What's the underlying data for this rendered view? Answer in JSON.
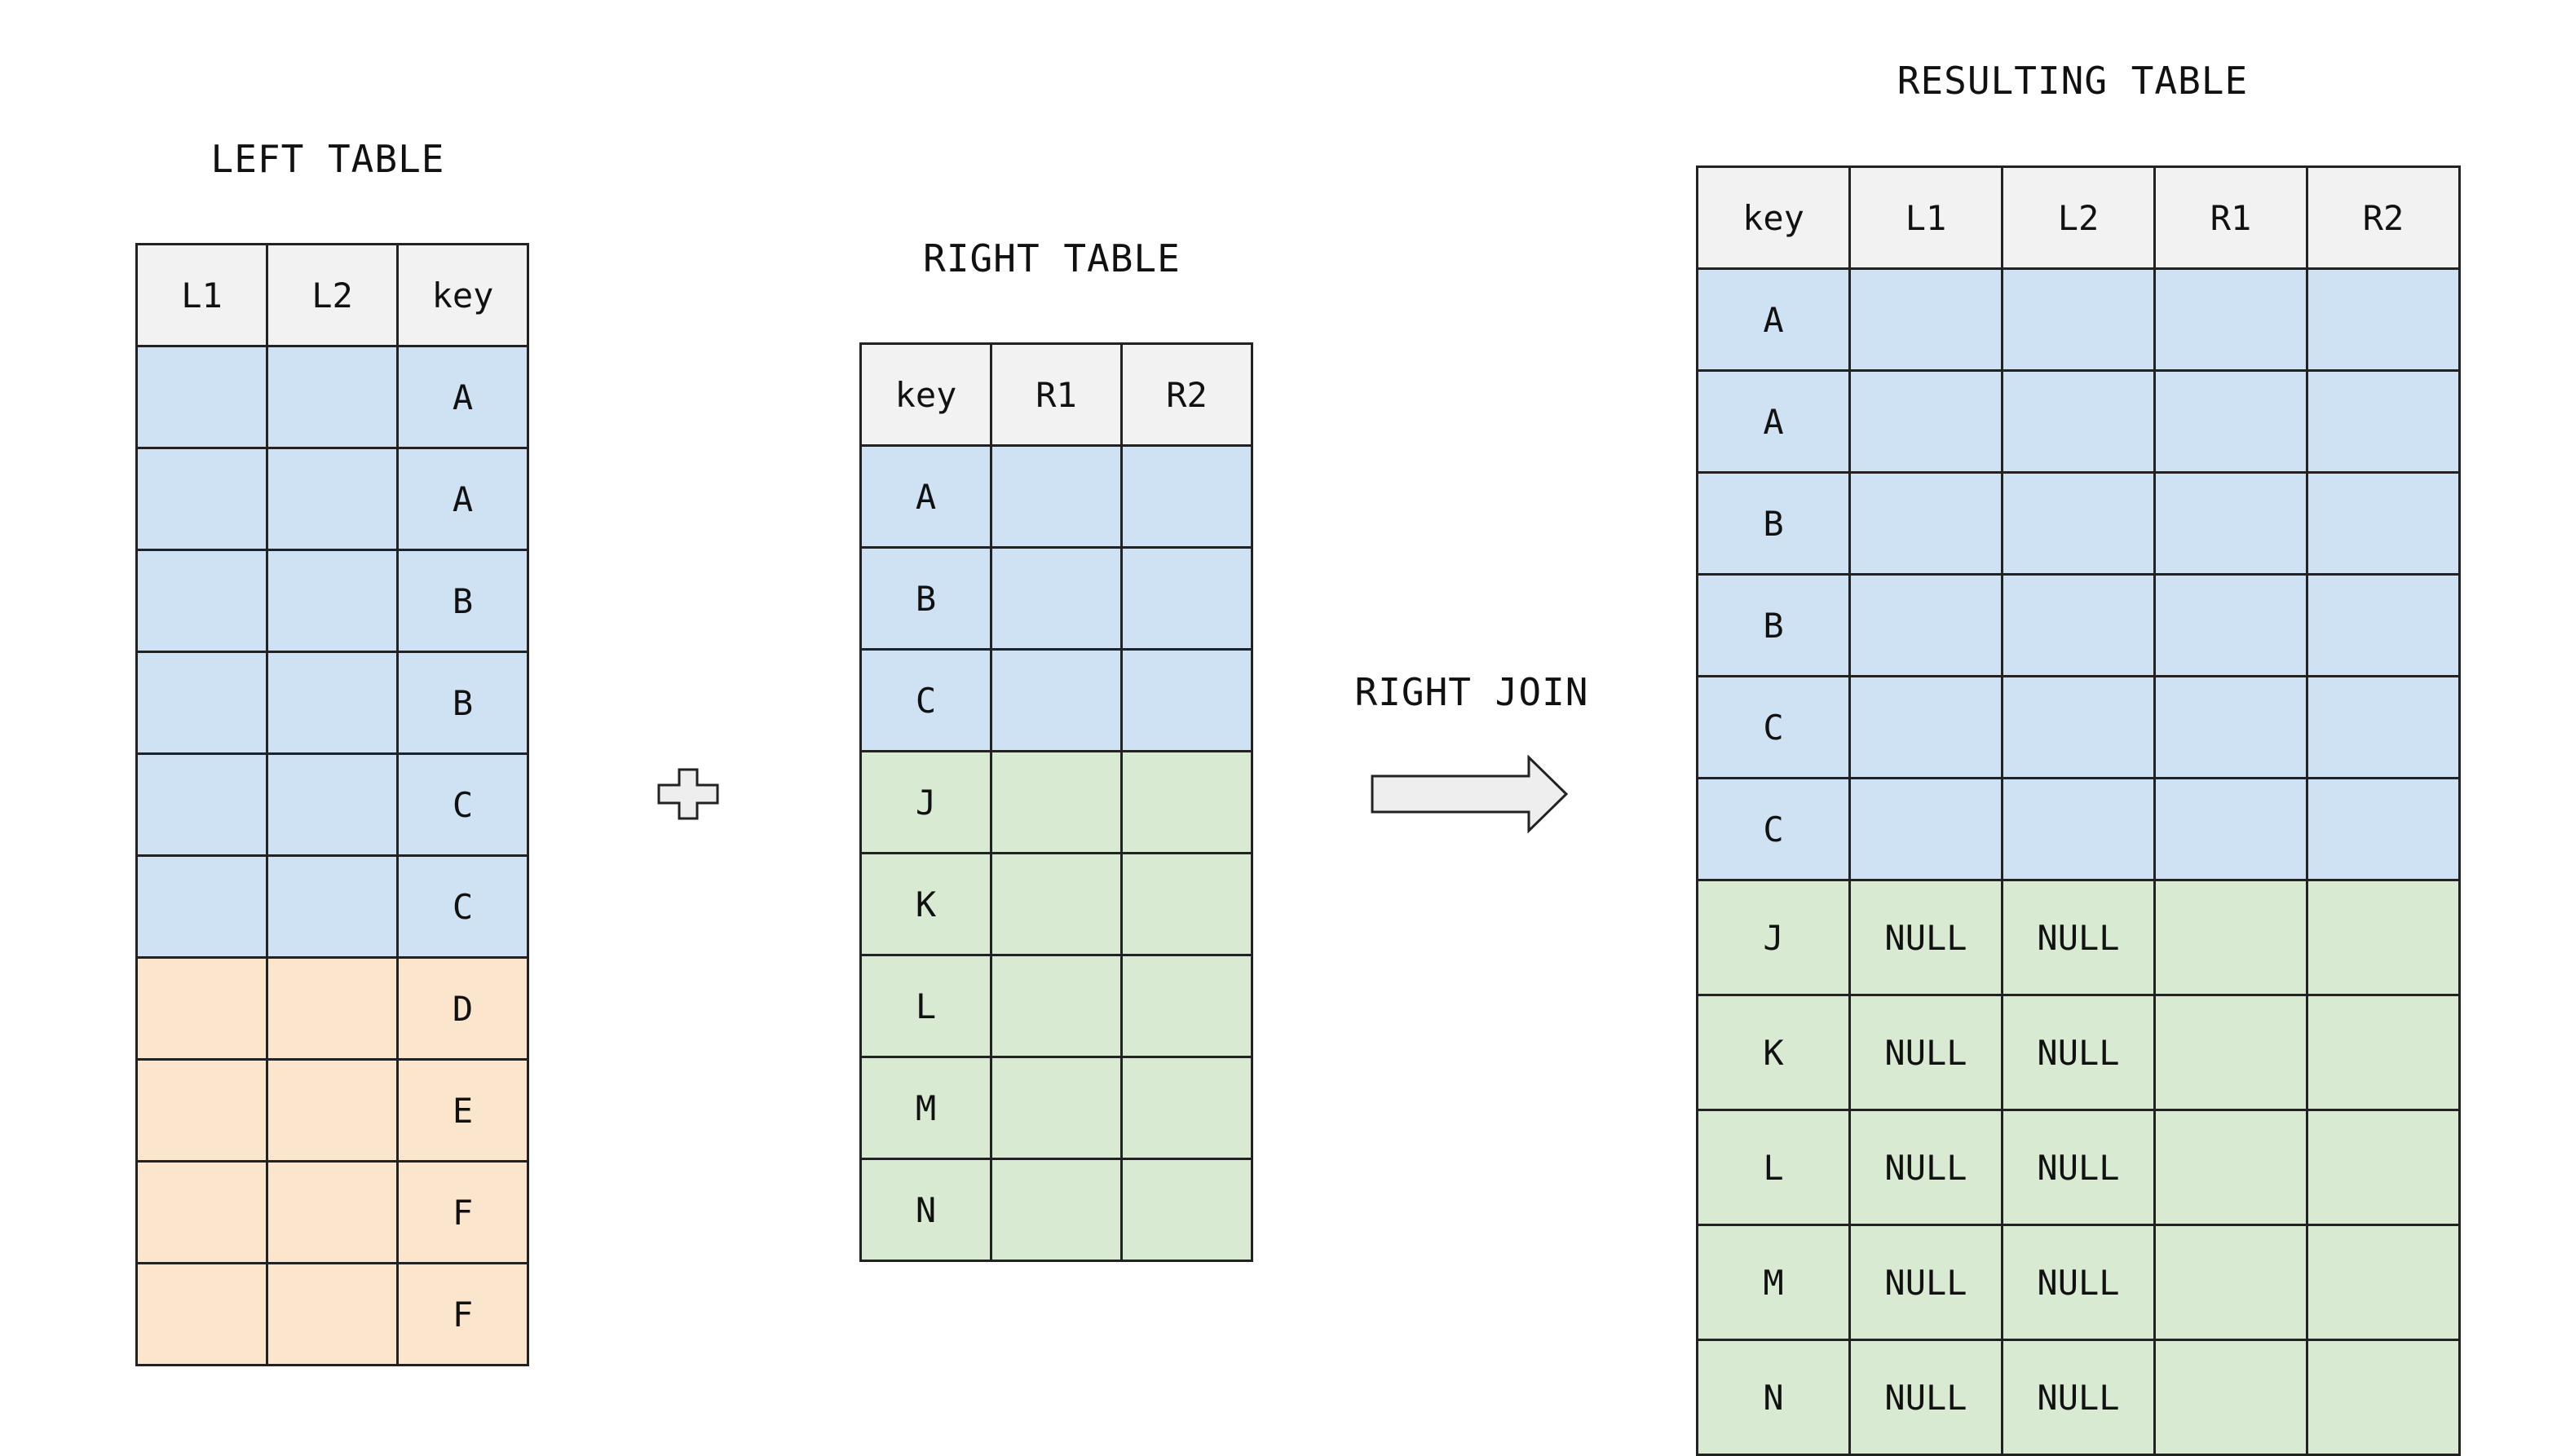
{
  "left_table": {
    "title": "LEFT TABLE",
    "headers": [
      "L1",
      "L2",
      "key"
    ],
    "rows": [
      {
        "L1": "",
        "L2": "",
        "key": "A",
        "color": "blue"
      },
      {
        "L1": "",
        "L2": "",
        "key": "A",
        "color": "blue"
      },
      {
        "L1": "",
        "L2": "",
        "key": "B",
        "color": "blue"
      },
      {
        "L1": "",
        "L2": "",
        "key": "B",
        "color": "blue"
      },
      {
        "L1": "",
        "L2": "",
        "key": "C",
        "color": "blue"
      },
      {
        "L1": "",
        "L2": "",
        "key": "C",
        "color": "blue"
      },
      {
        "L1": "",
        "L2": "",
        "key": "D",
        "color": "orange"
      },
      {
        "L1": "",
        "L2": "",
        "key": "E",
        "color": "orange"
      },
      {
        "L1": "",
        "L2": "",
        "key": "F",
        "color": "orange"
      },
      {
        "L1": "",
        "L2": "",
        "key": "F",
        "color": "orange"
      }
    ]
  },
  "right_table": {
    "title": "RIGHT TABLE",
    "headers": [
      "key",
      "R1",
      "R2"
    ],
    "rows": [
      {
        "key": "A",
        "R1": "",
        "R2": "",
        "color": "blue"
      },
      {
        "key": "B",
        "R1": "",
        "R2": "",
        "color": "blue"
      },
      {
        "key": "C",
        "R1": "",
        "R2": "",
        "color": "blue"
      },
      {
        "key": "J",
        "R1": "",
        "R2": "",
        "color": "green"
      },
      {
        "key": "K",
        "R1": "",
        "R2": "",
        "color": "green"
      },
      {
        "key": "L",
        "R1": "",
        "R2": "",
        "color": "green"
      },
      {
        "key": "M",
        "R1": "",
        "R2": "",
        "color": "green"
      },
      {
        "key": "N",
        "R1": "",
        "R2": "",
        "color": "green"
      }
    ]
  },
  "operator_icon": "plus-icon",
  "join": {
    "label": "RIGHT JOIN",
    "icon": "right-arrow-icon"
  },
  "result_table": {
    "title": "RESULTING TABLE",
    "headers": [
      "key",
      "L1",
      "L2",
      "R1",
      "R2"
    ],
    "rows": [
      {
        "key": "A",
        "L1": "",
        "L2": "",
        "R1": "",
        "R2": "",
        "color": "blue"
      },
      {
        "key": "A",
        "L1": "",
        "L2": "",
        "R1": "",
        "R2": "",
        "color": "blue"
      },
      {
        "key": "B",
        "L1": "",
        "L2": "",
        "R1": "",
        "R2": "",
        "color": "blue"
      },
      {
        "key": "B",
        "L1": "",
        "L2": "",
        "R1": "",
        "R2": "",
        "color": "blue"
      },
      {
        "key": "C",
        "L1": "",
        "L2": "",
        "R1": "",
        "R2": "",
        "color": "blue"
      },
      {
        "key": "C",
        "L1": "",
        "L2": "",
        "R1": "",
        "R2": "",
        "color": "blue"
      },
      {
        "key": "J",
        "L1": "NULL",
        "L2": "NULL",
        "R1": "",
        "R2": "",
        "color": "green"
      },
      {
        "key": "K",
        "L1": "NULL",
        "L2": "NULL",
        "R1": "",
        "R2": "",
        "color": "green"
      },
      {
        "key": "L",
        "L1": "NULL",
        "L2": "NULL",
        "R1": "",
        "R2": "",
        "color": "green"
      },
      {
        "key": "M",
        "L1": "NULL",
        "L2": "NULL",
        "R1": "",
        "R2": "",
        "color": "green"
      },
      {
        "key": "N",
        "L1": "NULL",
        "L2": "NULL",
        "R1": "",
        "R2": "",
        "color": "green"
      }
    ]
  },
  "colors": {
    "matched": "#cfe2f3",
    "left_only": "#fce5cd",
    "right_only": "#d9ead3",
    "header": "#f2f2f2",
    "border": "#222222"
  }
}
